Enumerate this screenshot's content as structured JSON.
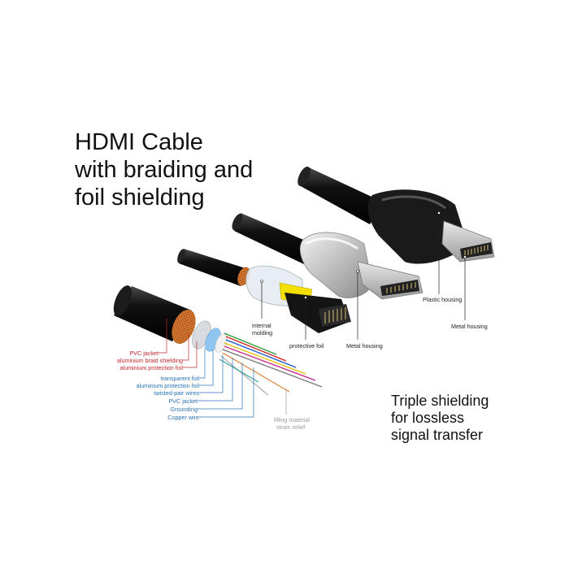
{
  "title": {
    "line1": "HDMI Cable",
    "line2": "with braiding and",
    "line3": "foil shielding"
  },
  "tagline": {
    "line1": "Triple shielding",
    "line2": "for lossless",
    "line3": "signal transfer"
  },
  "labels": {
    "pvc_jacket_outer": "PVC jacket",
    "aluminium_braid": "aluminium braid shielding",
    "aluminium_foil": "aluminium protection foil",
    "transparent_foil": "transparent foil",
    "aluminium_foil_inner": "aluminium protection foil",
    "twisted_pair": "twisted-pair wires",
    "pvc_jacket_inner": "PVC jacket",
    "grounding": "Grounding",
    "copper_wire": "Copper wire",
    "filling_material_1": "filling material",
    "filling_material_2": "strain relief",
    "internal_molding_1": "internal",
    "internal_molding_2": "molding",
    "protective_foil": "protective foil",
    "metal_housing_1": "Metal housing",
    "plastic_housing": "Plastic housing",
    "metal_housing_2": "Metal housing"
  },
  "colors": {
    "label_red": "#c0282d",
    "label_blue": "#2a73b8",
    "cable_black": "#111111",
    "braid_orange": "#e0843c",
    "foil_yellow": "#f2e000"
  }
}
